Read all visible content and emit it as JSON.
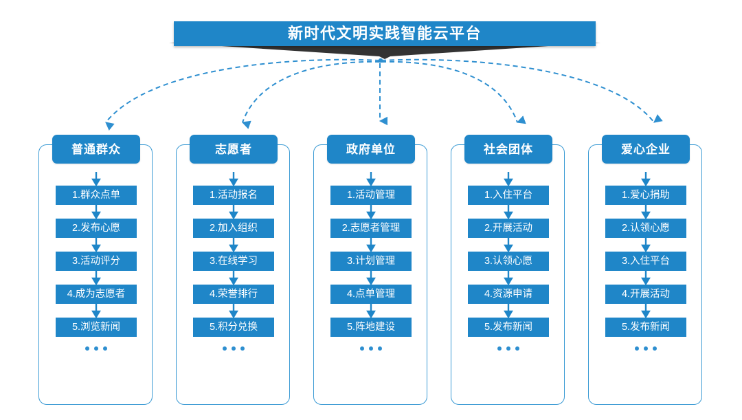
{
  "header": {
    "title": "新时代文明实践智能云平台",
    "banner_color": "#1f86c8",
    "shadow_color": "#333333"
  },
  "theme": {
    "accent": "#1f86c8",
    "frame_border": "#3a9ad4",
    "connector": "#2e8fd0",
    "arrow": "#1f86c8",
    "text_on_accent": "#ffffff",
    "background": "#ffffff"
  },
  "ellipsis_label": "...",
  "columns": [
    {
      "header": "普通群众",
      "steps": [
        "1.群众点单",
        "2.发布心愿",
        "3.活动评分",
        "4.成为志愿者",
        "5.浏览新闻"
      ]
    },
    {
      "header": "志愿者",
      "steps": [
        "1.活动报名",
        "2.加入组织",
        "3.在线学习",
        "4.荣誉排行",
        "5.积分兑换"
      ]
    },
    {
      "header": "政府单位",
      "steps": [
        "1.活动管理",
        "2.志愿者管理",
        "3.计划管理",
        "4.点单管理",
        "5.阵地建设"
      ]
    },
    {
      "header": "社会团体",
      "steps": [
        "1.入住平台",
        "2.开展活动",
        "3.认领心愿",
        "4.资源申请",
        "5.发布新闻"
      ]
    },
    {
      "header": "爱心企业",
      "steps": [
        "1.爱心捐助",
        "2.认领心愿",
        "3.入住平台",
        "4.开展活动",
        "5.发布新闻"
      ]
    }
  ]
}
